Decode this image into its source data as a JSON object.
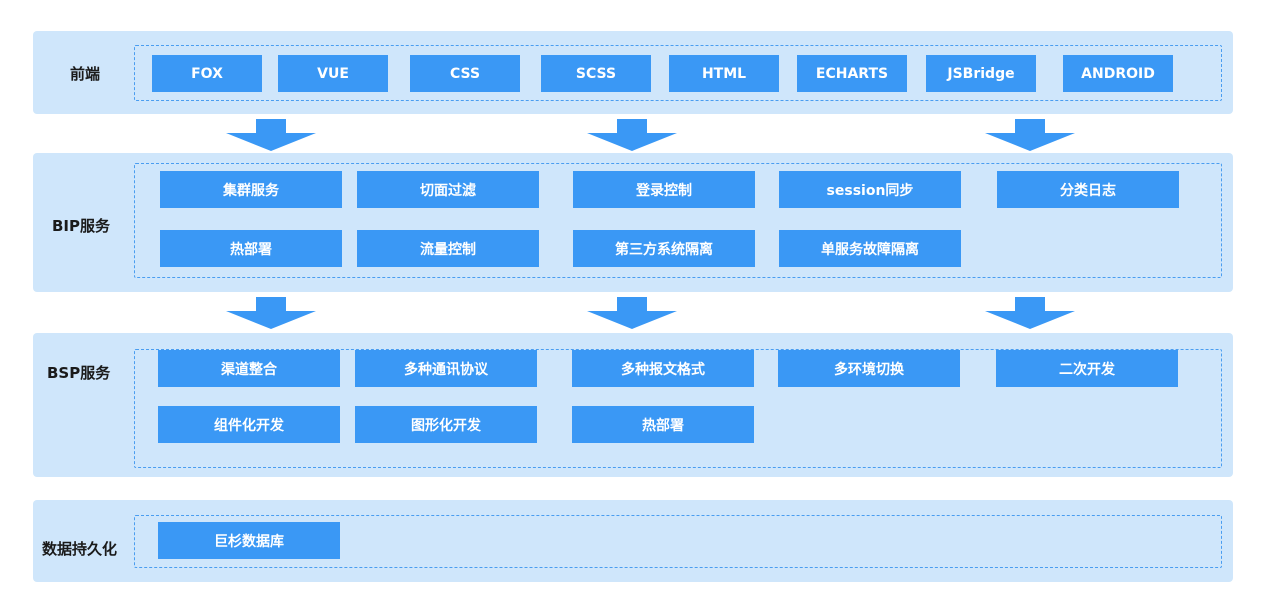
{
  "layers": {
    "frontend": {
      "label": "前端",
      "items": [
        "FOX",
        "VUE",
        "CSS",
        "SCSS",
        "HTML",
        "ECHARTS",
        "JSBridge",
        "ANDROID"
      ]
    },
    "bip": {
      "label": "BIP服务",
      "row1": [
        "集群服务",
        "切面过滤",
        "登录控制",
        "session同步",
        "分类日志"
      ],
      "row2": [
        "热部署",
        "流量控制",
        "第三方系统隔离",
        "单服务故障隔离"
      ]
    },
    "bsp": {
      "label": "BSP服务",
      "row1": [
        "渠道整合",
        "多种通讯协议",
        "多种报文格式",
        "多环境切换",
        "二次开发"
      ],
      "row2": [
        "组件化开发",
        "图形化开发",
        "热部署"
      ]
    },
    "persistence": {
      "label": "数据持久化",
      "items": [
        "巨杉数据库"
      ]
    }
  },
  "colors": {
    "layer_bg": "#cfe6fb",
    "box_bg": "#3a98f5",
    "box_text": "#ffffff",
    "dashed_border": "#4a9df0",
    "arrow": "#3a98f5"
  }
}
